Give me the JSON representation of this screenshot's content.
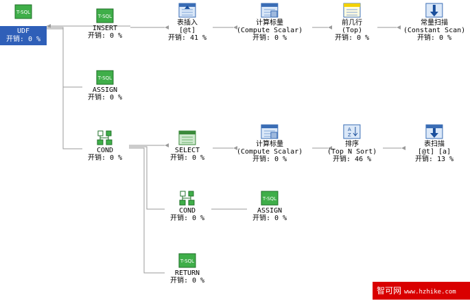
{
  "nodes": {
    "udf": {
      "name": "UDF",
      "cost": "开销: 0 %"
    },
    "insert": {
      "name": "INSERT",
      "cost": "开销: 0 %"
    },
    "table_insert": {
      "name": "表插入",
      "sub": "[@t]",
      "cost": "开销: 41 %"
    },
    "compute_scalar_1": {
      "name": "计算标量",
      "sub": "(Compute Scalar)",
      "cost": "开销: 0 %"
    },
    "top": {
      "name": "前几行",
      "sub": "(Top)",
      "cost": "开销: 0 %"
    },
    "constant_scan": {
      "name": "常量扫描",
      "sub": "(Constant Scan)",
      "cost": "开销: 0 %"
    },
    "assign_1": {
      "name": "ASSIGN",
      "cost": "开销: 0 %"
    },
    "cond_1": {
      "name": "COND",
      "cost": "开销: 0 %"
    },
    "select": {
      "name": "SELECT",
      "cost": "开销: 0 %"
    },
    "compute_scalar_2": {
      "name": "计算标量",
      "sub": "(Compute Scalar)",
      "cost": "开销: 0 %"
    },
    "sort": {
      "name": "排序",
      "sub": "(Top N Sort)",
      "cost": "开销: 46 %"
    },
    "table_scan": {
      "name": "表扫描",
      "sub": "[@t] [a]",
      "cost": "开销: 13 %"
    },
    "cond_2": {
      "name": "COND",
      "cost": "开销: 0 %"
    },
    "assign_2": {
      "name": "ASSIGN",
      "cost": "开销: 0 %"
    },
    "return": {
      "name": "RETURN",
      "cost": "开销: 0 %"
    }
  },
  "icons": {
    "tsql": "tsql-icon",
    "table_insert": "table-insert-icon",
    "compute_scalar": "compute-scalar-icon",
    "top": "top-icon",
    "constant_scan": "constant-scan-icon",
    "cond": "cond-icon",
    "select": "select-icon",
    "sort": "sort-icon",
    "table_scan": "table-scan-icon"
  },
  "watermark": {
    "brand": "智可网",
    "url": "www.hzhike.com"
  },
  "colors": {
    "selected": "#2f5fb8",
    "arrow": "#9a9a9a",
    "watermark": "#d90000"
  }
}
